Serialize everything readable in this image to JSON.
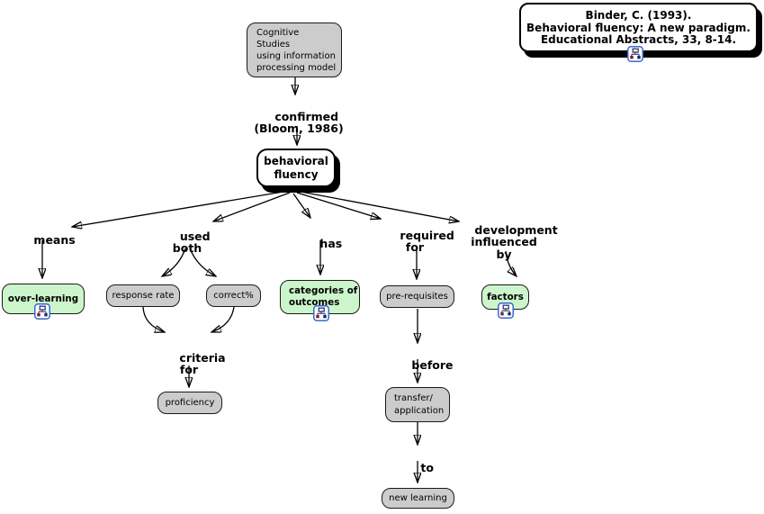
{
  "citation": {
    "text": "Binder, C. (1993).\nBehavioral fluency: A new paradigm.\nEducational Abstracts, 33, 8-14."
  },
  "concepts": {
    "cognitive_studies": {
      "label": "Cognitive\nStudies\nusing information\nprocessing model"
    },
    "behavioral_fluency": {
      "label": "behavioral\nfluency"
    },
    "over_learning": {
      "label": "over-learning"
    },
    "response_rate": {
      "label": "response rate"
    },
    "correct_pct": {
      "label": "correct%"
    },
    "categories_of_outcomes": {
      "label": "categories of\noutcomes"
    },
    "pre_requisites": {
      "label": "pre-requisites"
    },
    "factors": {
      "label": "factors"
    },
    "proficiency": {
      "label": "proficiency"
    },
    "transfer_application": {
      "label": "transfer/\napplication"
    },
    "new_learning": {
      "label": "new learning"
    }
  },
  "linking_phrases": {
    "confirmed": {
      "label": "confirmed\n(Bloom, 1986)"
    },
    "means": {
      "label": "means"
    },
    "used_both": {
      "label": "used\nboth"
    },
    "has": {
      "label": "has"
    },
    "required_for": {
      "label": "required\nfor"
    },
    "development_influenced_by": {
      "label": "development\ninfluenced\nby"
    },
    "criteria_for": {
      "label": "criteria\nfor"
    },
    "before": {
      "label": "before"
    },
    "to": {
      "label": "to"
    }
  },
  "icons": {
    "resource_icon_name": "concept-map-resource-icon"
  },
  "colors": {
    "concept_fill_green": "#cdf5cb",
    "concept_fill_gray": "#cccccc",
    "concept_fill_white": "#ffffff",
    "line_color": "#000000",
    "resource_icon_border": "#3b66cc",
    "resource_icon_navy": "#1b2a6b",
    "resource_icon_maroon": "#7b1f24"
  }
}
